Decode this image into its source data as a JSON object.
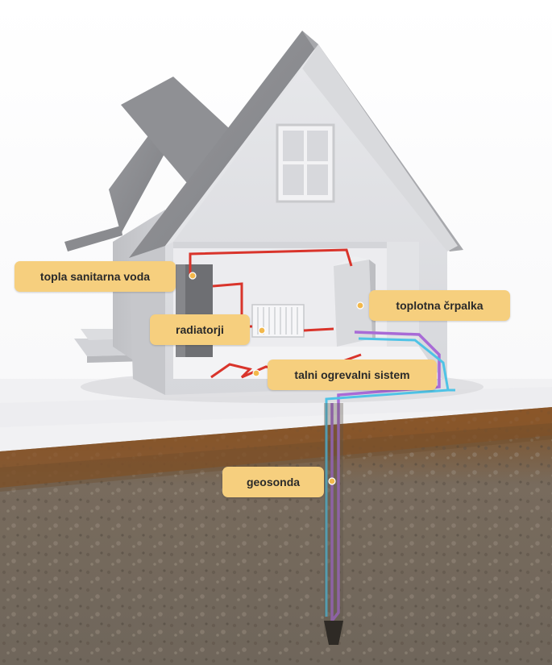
{
  "labels": {
    "hot_water": "topla sanitarna voda",
    "heat_pump": "toplotna črpalka",
    "radiators": "radiatorji",
    "floor_heating": "talni ogrevalni sistem",
    "ground_probe": "geosonda"
  },
  "colors": {
    "label_bg": "#f6cf7e",
    "hot_pipe": "#d9342b",
    "cold_pipe": "#4fc3e6",
    "return_pipe": "#a86bd6",
    "soil_top": "#8a5a2e",
    "soil_deep": "#7a6e5f",
    "roof": "#8d8e92",
    "wall": "#e3e4e8"
  }
}
